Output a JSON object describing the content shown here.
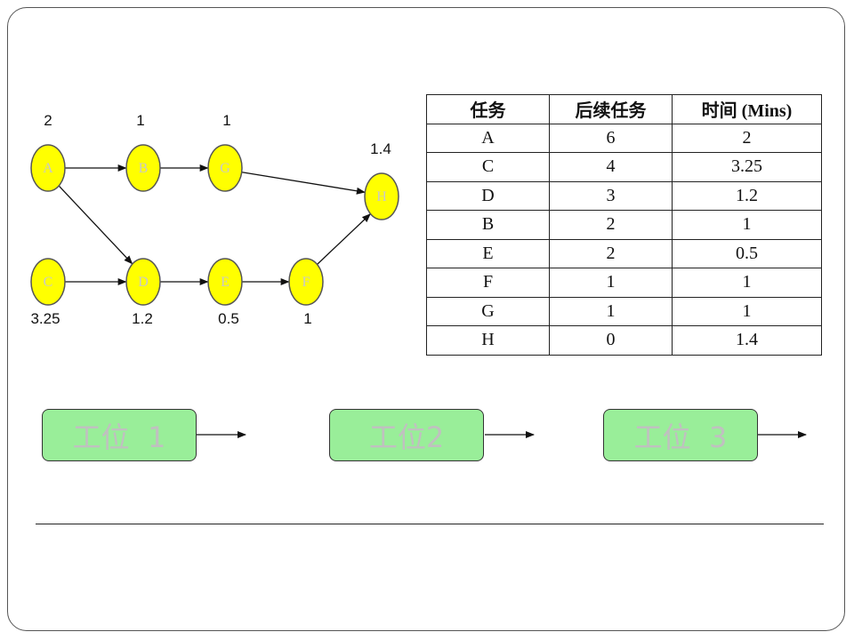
{
  "diagram": {
    "nodes": [
      {
        "id": "A",
        "label": "A",
        "time": "2"
      },
      {
        "id": "B",
        "label": "B",
        "time": "1"
      },
      {
        "id": "G",
        "label": "G",
        "time": "1"
      },
      {
        "id": "H",
        "label": "H",
        "time": "1.4"
      },
      {
        "id": "C",
        "label": "C",
        "time": "3.25"
      },
      {
        "id": "D",
        "label": "D",
        "time": "1.2"
      },
      {
        "id": "E",
        "label": "E",
        "time": "0.5"
      },
      {
        "id": "F",
        "label": "F",
        "time": "1"
      }
    ],
    "edges": [
      {
        "from": "A",
        "to": "B"
      },
      {
        "from": "B",
        "to": "G"
      },
      {
        "from": "G",
        "to": "H"
      },
      {
        "from": "A",
        "to": "D"
      },
      {
        "from": "C",
        "to": "D"
      },
      {
        "from": "D",
        "to": "E"
      },
      {
        "from": "E",
        "to": "F"
      },
      {
        "from": "F",
        "to": "H"
      }
    ],
    "node_color": "#ffff00"
  },
  "table": {
    "headers": [
      "任务",
      "后续任务",
      "时间 (Mins)"
    ],
    "rows": [
      [
        "A",
        "6",
        "2"
      ],
      [
        "C",
        "4",
        "3.25"
      ],
      [
        "D",
        "3",
        "1.2"
      ],
      [
        "B",
        "2",
        "1"
      ],
      [
        "E",
        "2",
        "0.5"
      ],
      [
        "F",
        "1",
        "1"
      ],
      [
        "G",
        "1",
        "1"
      ],
      [
        "H",
        "0",
        "1.4"
      ]
    ]
  },
  "stations": [
    {
      "label": "工位  1"
    },
    {
      "label": "工位2"
    },
    {
      "label": "工位  3"
    }
  ],
  "colors": {
    "station_fill": "#99ee99",
    "station_text": "#c0c0c0"
  }
}
